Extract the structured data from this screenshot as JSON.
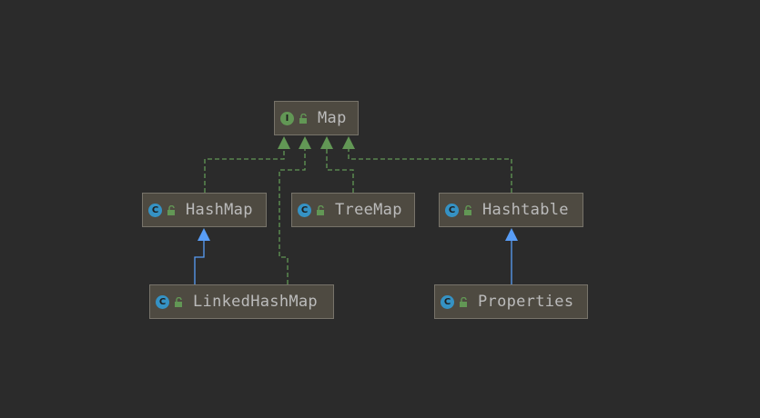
{
  "diagram": {
    "nodes": [
      {
        "id": "map",
        "label": "Map",
        "kind": "interface",
        "kind_icon": "interface-icon",
        "badge_letter": "I"
      },
      {
        "id": "hashmap",
        "label": "HashMap",
        "kind": "class",
        "kind_icon": "class-icon",
        "badge_letter": "C"
      },
      {
        "id": "treemap",
        "label": "TreeMap",
        "kind": "class",
        "kind_icon": "class-icon",
        "badge_letter": "C"
      },
      {
        "id": "hashtable",
        "label": "Hashtable",
        "kind": "class",
        "kind_icon": "class-icon",
        "badge_letter": "C"
      },
      {
        "id": "linkedhashmap",
        "label": "LinkedHashMap",
        "kind": "class",
        "kind_icon": "class-icon",
        "badge_letter": "C"
      },
      {
        "id": "properties",
        "label": "Properties",
        "kind": "class",
        "kind_icon": "class-icon",
        "badge_letter": "C"
      }
    ],
    "edges": [
      {
        "from": "hashmap",
        "to": "map",
        "relation": "implements"
      },
      {
        "from": "linkedhashmap",
        "to": "map",
        "relation": "implements"
      },
      {
        "from": "treemap",
        "to": "map",
        "relation": "implements"
      },
      {
        "from": "hashtable",
        "to": "map",
        "relation": "implements"
      },
      {
        "from": "linkedhashmap",
        "to": "hashmap",
        "relation": "extends"
      },
      {
        "from": "properties",
        "to": "hashtable",
        "relation": "extends"
      }
    ],
    "colors": {
      "background": "#2b2b2b",
      "node_fill": "#4e4a41",
      "node_border": "#77736a",
      "text": "#bbbbbb",
      "implements": "#629755",
      "extends": "#589df6",
      "interface_badge": "#629755",
      "class_badge": "#3592c4",
      "lock": "#629755"
    }
  }
}
